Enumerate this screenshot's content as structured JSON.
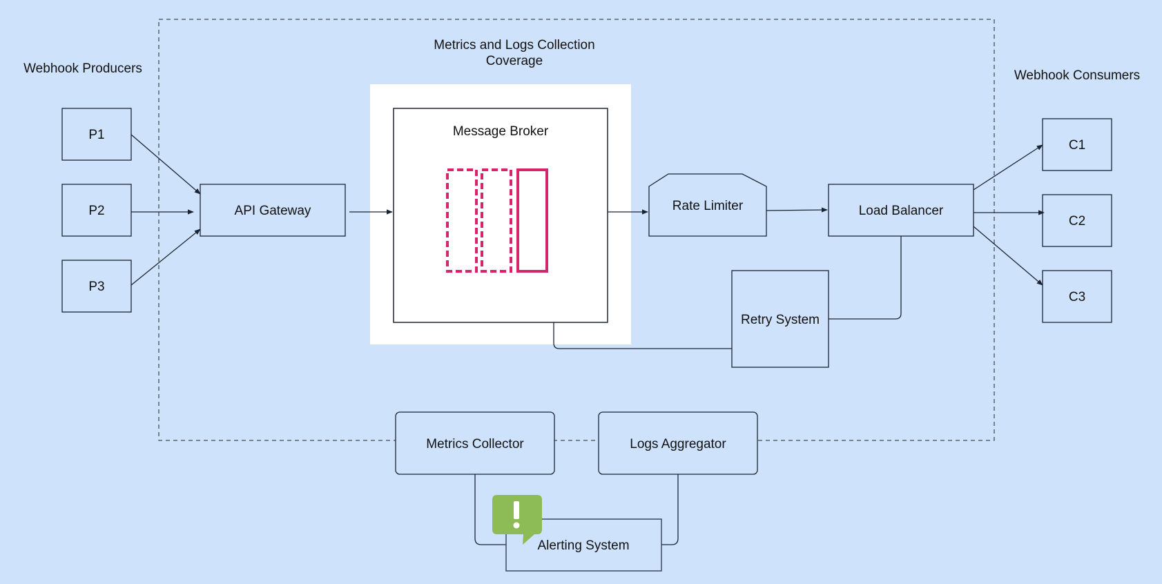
{
  "groups": {
    "coverage_title_line1": "Metrics and Logs Collection",
    "coverage_title_line2": "Coverage",
    "producers_title": "Webhook Producers",
    "consumers_title": "Webhook Consumers"
  },
  "nodes": {
    "p1": "P1",
    "p2": "P2",
    "p3": "P3",
    "api_gateway": "API Gateway",
    "message_broker": "Message Broker",
    "rate_limiter": "Rate Limiter",
    "load_balancer": "Load Balancer",
    "retry_system": "Retry System",
    "c1": "C1",
    "c2": "C2",
    "c3": "C3",
    "metrics_collector": "Metrics Collector",
    "logs_aggregator": "Logs Aggregator",
    "alerting_system": "Alerting System"
  },
  "icons": {
    "queue": "queue-icon",
    "alert": "alert-bubble-icon"
  },
  "colors": {
    "background": "#cfe2fb",
    "queue_icon": "#d6266b",
    "alert_icon": "#8dbb55",
    "stroke": "#1a2433"
  }
}
